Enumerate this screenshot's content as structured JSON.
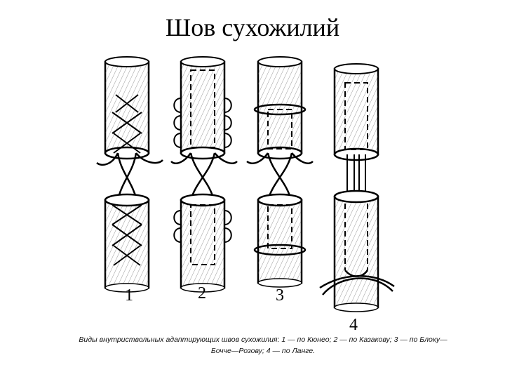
{
  "title": "Шов сухожилий",
  "figure": {
    "panel_numbers": [
      "1",
      "2",
      "3",
      "4"
    ],
    "caption_line1": "Виды внутриствольных адаптирующих швов сухожилия: 1 — по Кюнео; 2 — по Казакову; 3 — по Блоку—",
    "caption_line2": "Бочче—Розову; 4 — по Ланге."
  }
}
